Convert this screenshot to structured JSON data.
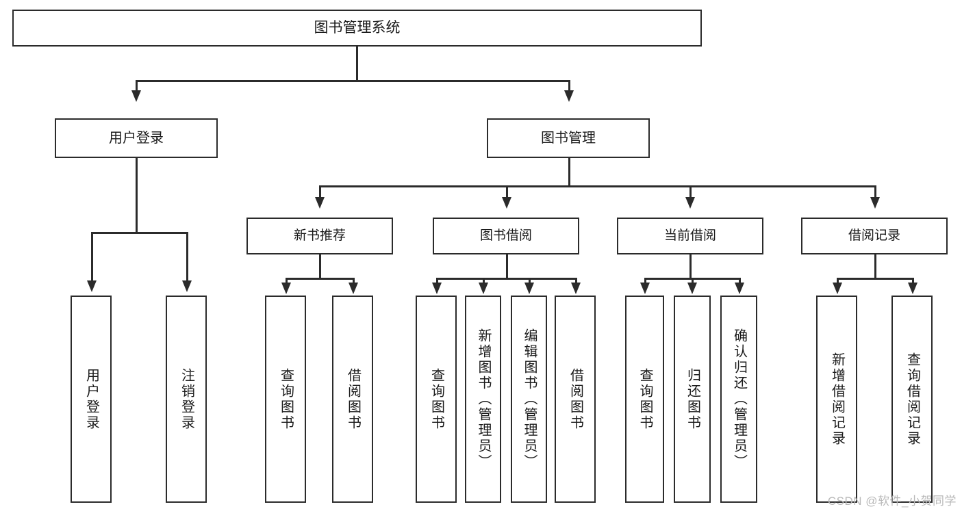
{
  "diagram": {
    "type": "tree",
    "title": "图书管理系统",
    "watermark": "CSDN @软件_小贺同学",
    "root": {
      "label": "图书管理系统",
      "children": [
        {
          "label": "用户登录",
          "children": [
            {
              "label": "用户登录"
            },
            {
              "label": "注销登录"
            }
          ]
        },
        {
          "label": "图书管理",
          "children": [
            {
              "label": "新书推荐",
              "children": [
                {
                  "label": "查询图书"
                },
                {
                  "label": "借阅图书"
                }
              ]
            },
            {
              "label": "图书借阅",
              "children": [
                {
                  "label": "查询图书"
                },
                {
                  "label": "新增图书（管理员）"
                },
                {
                  "label": "编辑图书（管理员）"
                },
                {
                  "label": "借阅图书"
                }
              ]
            },
            {
              "label": "当前借阅",
              "children": [
                {
                  "label": "查询图书"
                },
                {
                  "label": "归还图书"
                },
                {
                  "label": "确认归还（管理员）"
                }
              ]
            },
            {
              "label": "借阅记录",
              "children": [
                {
                  "label": "新增借阅记录"
                },
                {
                  "label": "查询借阅记录"
                }
              ]
            }
          ]
        }
      ]
    },
    "nodes": {
      "root": "图书管理系统",
      "user_login": "用户登录",
      "book_manage": "图书管理",
      "new_book_rec": "新书推荐",
      "book_borrow": "图书借阅",
      "current_borrow": "当前借阅",
      "borrow_record": "借阅记录",
      "leaf_user_login": "用户登录",
      "leaf_logout": "注销登录",
      "leaf_query_book_1": "查询图书",
      "leaf_borrow_book_1": "借阅图书",
      "leaf_query_book_2": "查询图书",
      "leaf_add_book": "新增图书（管理员）",
      "leaf_edit_book": "编辑图书（管理员）",
      "leaf_borrow_book_2": "借阅图书",
      "leaf_query_book_3": "查询图书",
      "leaf_return_book": "归还图书",
      "leaf_confirm_return": "确认归还（管理员）",
      "leaf_add_record": "新增借阅记录",
      "leaf_query_record": "查询借阅记录"
    },
    "colors": {
      "stroke": "#2b2b2b",
      "fill": "#ffffff",
      "text": "#1a1a1a",
      "watermark": "#b9b9b9"
    }
  }
}
